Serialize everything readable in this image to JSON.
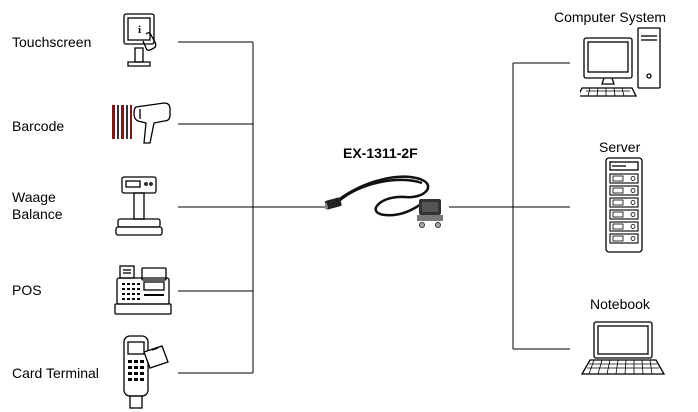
{
  "adapter": {
    "model": "EX-1311-2F"
  },
  "devices_left": [
    {
      "label": "Touchscreen",
      "icon": "touchscreen-kiosk-icon"
    },
    {
      "label": "Barcode",
      "icon": "barcode-scanner-icon"
    },
    {
      "label": "Waage Balance",
      "icon": "scale-icon"
    },
    {
      "label": "POS",
      "icon": "cash-register-icon"
    },
    {
      "label": "Card Terminal",
      "icon": "card-terminal-icon"
    }
  ],
  "devices_right": [
    {
      "label": "Computer System",
      "icon": "desktop-computer-icon"
    },
    {
      "label": "Server",
      "icon": "server-rack-icon"
    },
    {
      "label": "Notebook",
      "icon": "notebook-icon"
    }
  ]
}
